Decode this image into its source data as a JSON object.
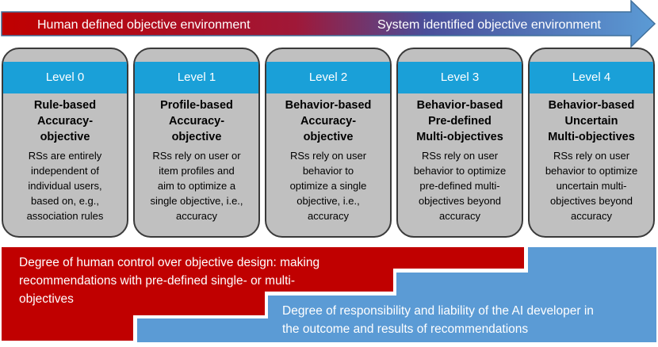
{
  "arrow": {
    "left_label": "Human defined objective environment",
    "right_label": "System identified objective environment",
    "colors": {
      "start": "#c00000",
      "end": "#5b9bd5"
    }
  },
  "levels": [
    {
      "label": "Level 0",
      "title": "Rule-based\nAccuracy-\nobjective",
      "description": "RSs are entirely\nindependent of\nindividual users,\nbased on, e.g.,\nassociation rules"
    },
    {
      "label": "Level 1",
      "title": "Profile-based\nAccuracy-\nobjective",
      "description": "RSs rely on user or\nitem profiles and\naim to optimize a\nsingle objective, i.e.,\naccuracy"
    },
    {
      "label": "Level 2",
      "title": "Behavior-based\nAccuracy-\nobjective",
      "description": "RSs rely on user\nbehavior to\noptimize a single\nobjective, i.e.,\naccuracy"
    },
    {
      "label": "Level 3",
      "title": "Behavior-based\nPre-defined\nMulti-objectives",
      "description": "RSs rely on user\nbehavior to optimize\npre-defined multi-\nobjectives beyond\naccuracy"
    },
    {
      "label": "Level 4",
      "title": "Behavior-based\nUncertain\nMulti-objectives",
      "description": "RSs rely on user\nbehavior to optimize\nuncertain multi-\nobjectives beyond\naccuracy"
    }
  ],
  "human_control": {
    "text": "Degree of human control over objective design: making\nrecommendations with pre-defined single- or multi-\nobjectives",
    "color": "#c00000"
  },
  "ai_responsibility": {
    "text": "Degree of responsibility and liability of the AI developer in\nthe outcome and results of recommendations",
    "color": "#5b9bd5"
  },
  "card_colors": {
    "header": "#1aa0d8",
    "body": "#c0c0c0",
    "border": "#3a3a3a"
  }
}
